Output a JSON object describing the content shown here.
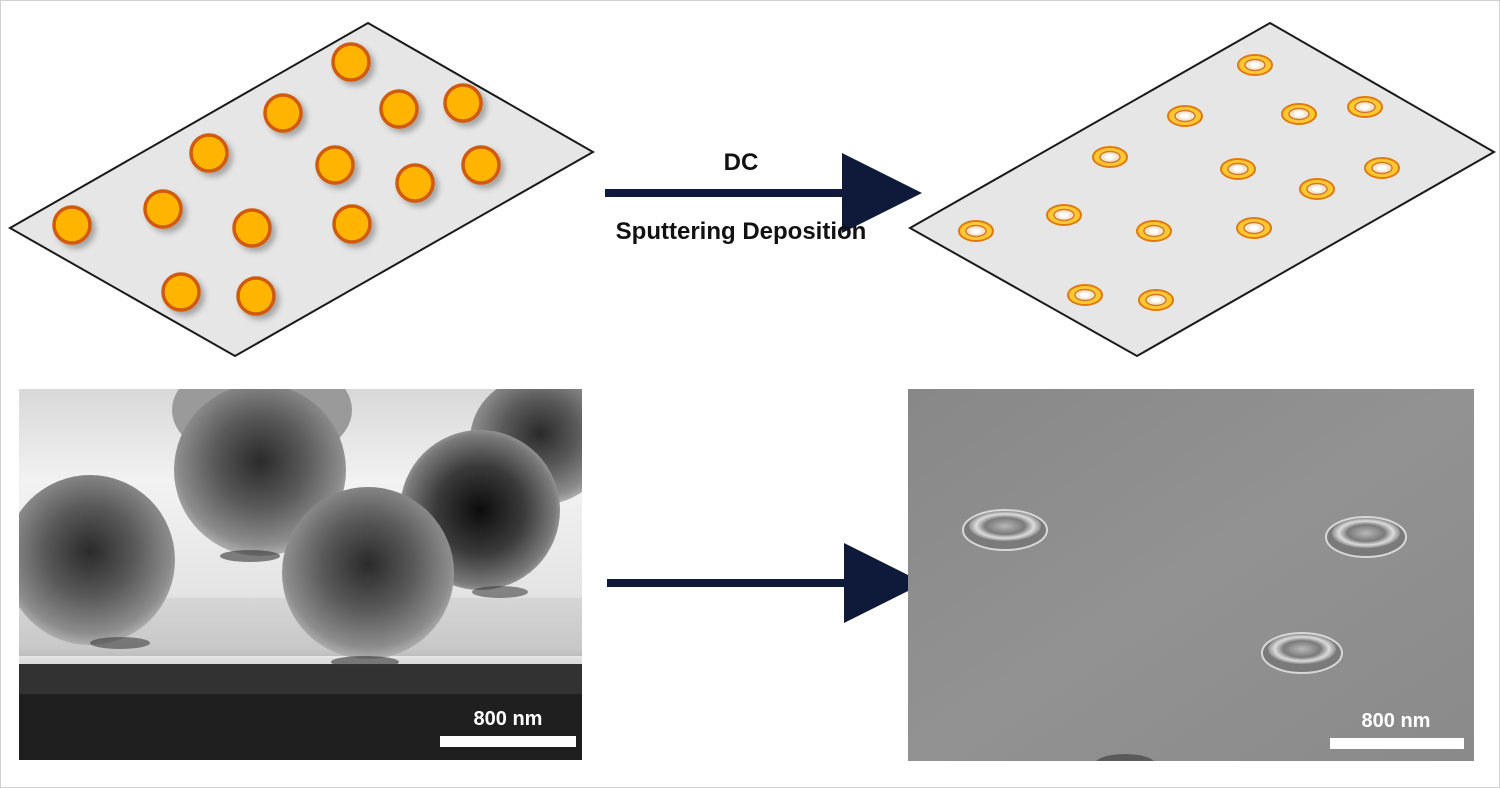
{
  "process": {
    "label_top": "DC",
    "label_bottom": "Sputtering Deposition"
  },
  "sem_left": {
    "scale_label": "800 nm"
  },
  "sem_right": {
    "scale_label": "800 nm"
  },
  "colors": {
    "substrate": "#e6e6e6",
    "particle_fill": "#ffb400",
    "particle_ring": "#d05a10",
    "arrow": "#0f1a3a"
  }
}
